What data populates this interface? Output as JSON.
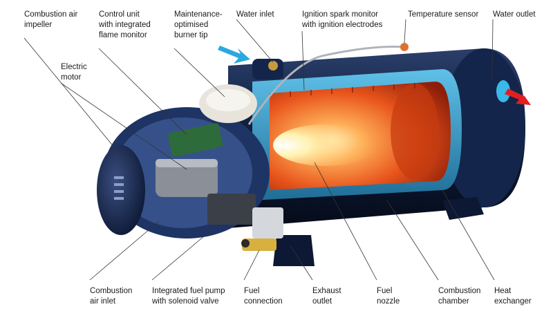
{
  "labels": {
    "combustion_air_impeller": "Combustion air\nimpeller",
    "control_unit": "Control unit\nwith integrated\nflame monitor",
    "maintenance_burner_tip": "Maintenance-\noptimised\nburner tip",
    "water_inlet": "Water inlet",
    "ignition_spark_monitor": "Ignition spark monitor\nwith ignition electrodes",
    "temperature_sensor": "Temperature sensor",
    "water_outlet": "Water outlet",
    "electric_motor": "Electric\nmotor",
    "combustion_air_inlet": "Combustion\nair inlet",
    "integrated_fuel_pump": "Integrated fuel pump\nwith solenoid valve",
    "fuel_connection": "Fuel\nconnection",
    "exhaust_outlet": "Exhaust\noutlet",
    "fuel_nozzle": "Fuel\nnozzle",
    "combustion_chamber": "Combustion\nchamber",
    "heat_exchanger": "Heat\nexchanger"
  },
  "colors": {
    "body": "#0f1e3c",
    "water_jacket": "#2a8fbf",
    "chamber": "#e8541c",
    "flame": "#fff2b0",
    "inlet_arrow": "#2aa8e0",
    "outlet_arrow": "#e02020"
  }
}
